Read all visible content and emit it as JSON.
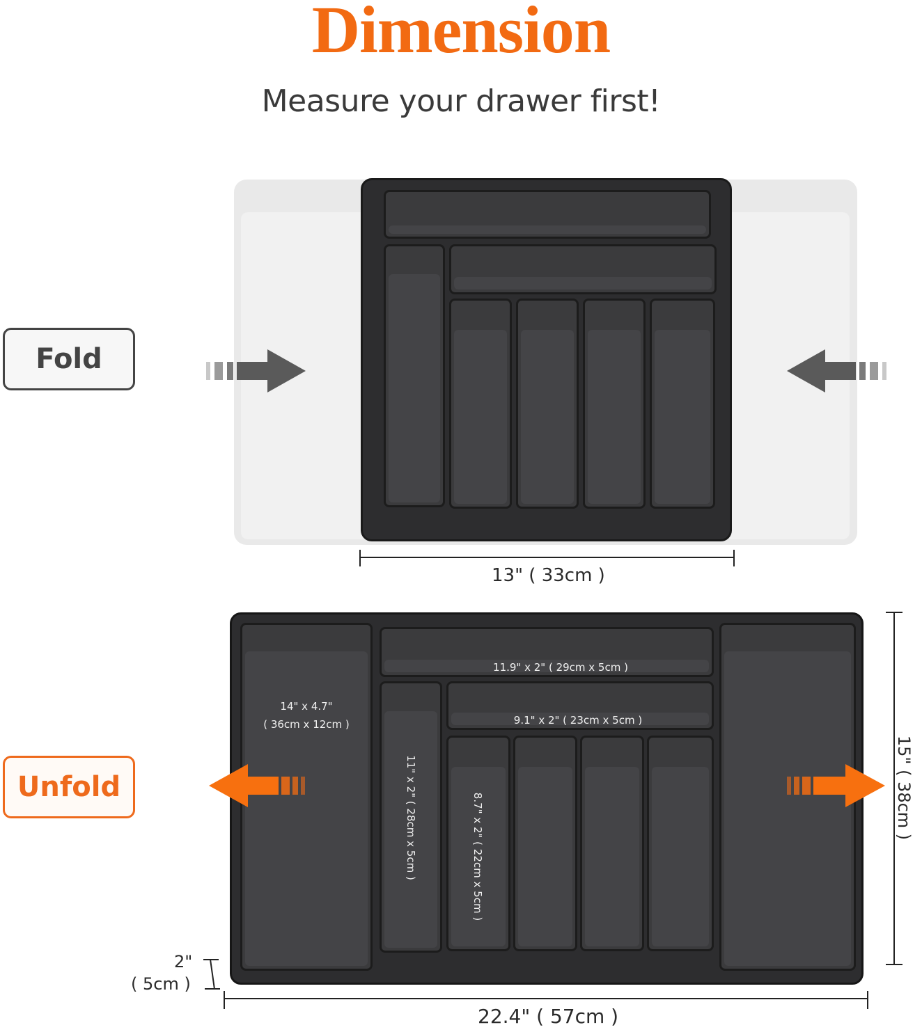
{
  "header": {
    "title": "Dimension",
    "subtitle": "Measure your drawer first!"
  },
  "colors": {
    "accent": "#f26a12",
    "tray": "#2d2d2f",
    "text": "#3a3a3a"
  },
  "fold_section": {
    "label": "Fold",
    "width_dimension": "13\" ( 33cm )",
    "arrows": [
      "arrow-right-gray",
      "arrow-left-gray"
    ]
  },
  "unfold_section": {
    "label": "Unfold",
    "width_dimension": "22.4\" ( 57cm )",
    "depth_dimension": "15\" ( 38cm )",
    "height_dimension_line1": "2\"",
    "height_dimension_line2": "( 5cm )",
    "compartments": {
      "side_line1": "14\" x 4.7\"",
      "side_line2": "( 36cm x 12cm )",
      "top": "11.9\" x 2\" ( 29cm x 5cm )",
      "middle": "9.1\" x 2\" ( 23cm x 5cm )",
      "long_vertical": "11\" x 2\" ( 28cm x 5cm )",
      "short_vertical": "8.7\" x 2\" ( 22cm x 5cm )"
    },
    "arrows": [
      "arrow-left-orange",
      "arrow-right-orange"
    ]
  }
}
